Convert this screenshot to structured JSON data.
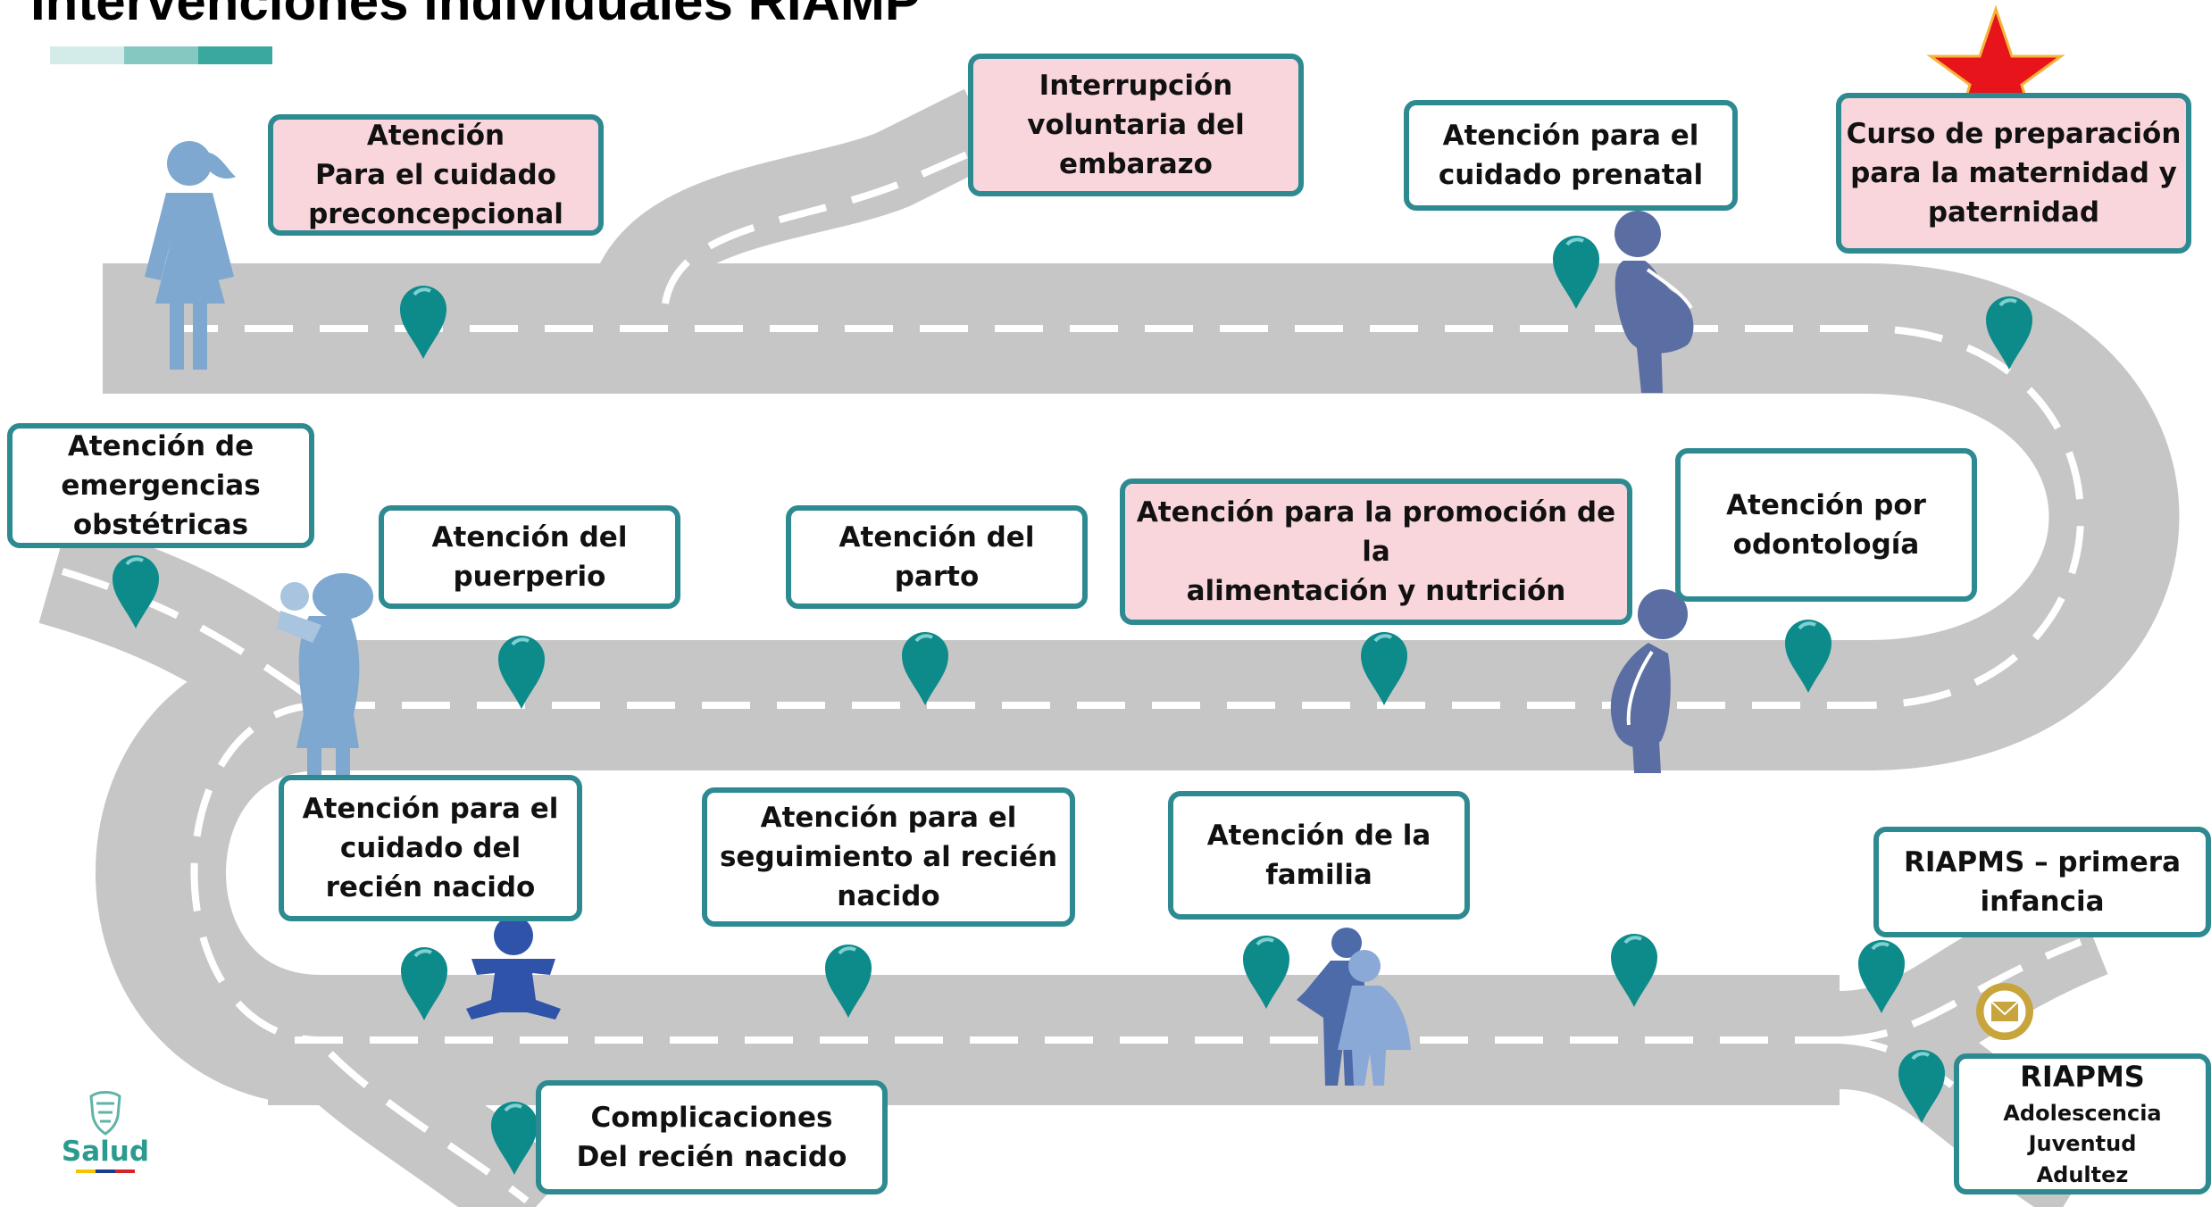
{
  "title": "Intervenciones individuales RIAMP",
  "colors": {
    "box_border": "#2e8a91",
    "highlight_box": "#f9d6dc",
    "road": "#c6c6c6",
    "road_line": "#ffffff",
    "pin": "#0d8a8a",
    "star": "#e8141c",
    "title_bar": [
      "#d3ecea",
      "#84c8c1",
      "#3aa89e"
    ]
  },
  "boxes": {
    "preconcepcional": "Atención\nPara el cuidado\npreconcepcional",
    "ive": "Interrupción\nvoluntaria del\nembarazo",
    "prenatal": "Atención para el\ncuidado prenatal",
    "curso": "Curso de preparación\npara la maternidad y\npaternidad",
    "emergencias": "Atención de\nemergencias\nobstétricas",
    "puerperio": "Atención del\npuerperio",
    "parto": "Atención del\nparto",
    "nutricion": "Atención para la promoción de la\nalimentación y nutrición",
    "odontologia": "Atención por\nodontología",
    "cuidado_rn": "Atención para el\ncuidado del\nrecién nacido",
    "seguimiento_rn": "Atención para el\nseguimiento al recién\nnacido",
    "familia": "Atención de la\nfamilia",
    "primera_infancia": "RIAPMS – primera\ninfancia",
    "complicaciones": "Complicaciones\nDel recién nacido",
    "riapms_title": "RIAPMS",
    "riapms_lines": [
      "Adolescencia",
      "Juventud",
      "Adultez"
    ]
  },
  "logo": {
    "text": "Salud"
  },
  "icons": [
    "star-icon",
    "woman-icon",
    "pregnant-woman-icon",
    "mother-baby-icon",
    "baby-icon",
    "family-icon",
    "seal-icon",
    "location-pin-icon"
  ]
}
